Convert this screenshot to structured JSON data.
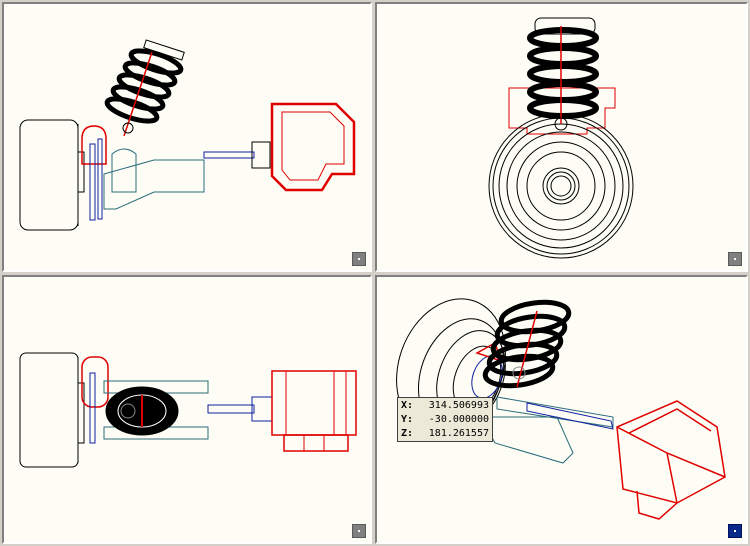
{
  "app": {
    "views": [
      {
        "id": "top"
      },
      {
        "id": "side"
      },
      {
        "id": "front"
      },
      {
        "id": "perspective"
      }
    ]
  },
  "coordinates": {
    "x_label": "X:",
    "x_value": "314.506993",
    "y_label": "Y:",
    "y_value": "-30.000000",
    "z_label": "Z:",
    "z_value": "181.261557"
  },
  "colors": {
    "viewport_bg": "#fdfdf6",
    "red_part": "#e00000",
    "blue_part": "#1020a0",
    "teal_part": "#2a6b7a",
    "black_part": "#000000",
    "active_button": "#0a2a8a"
  },
  "icons": {
    "viewport_button": "maximize-viewport-icon",
    "crosshair": "crosshair-icon"
  }
}
